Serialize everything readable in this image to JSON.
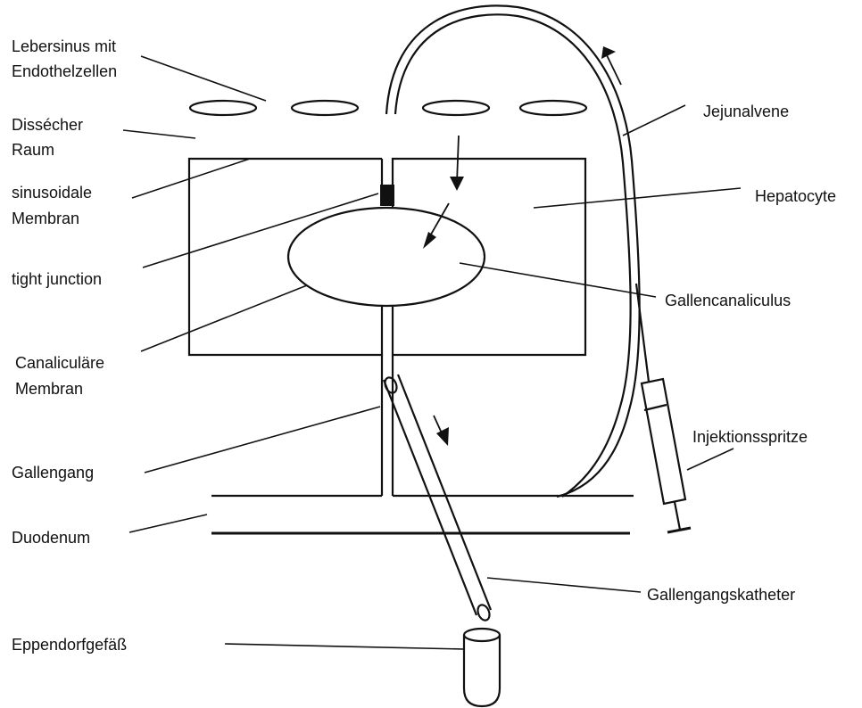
{
  "labels": {
    "sinus_line1": "Lebersinus mit",
    "sinus_line2": "Endothelzellen",
    "disse_line1": "Dissécher",
    "disse_line2": "Raum",
    "sinusoidal_line1": "sinusoidale",
    "sinusoidal_line2": "Membran",
    "tight_junction": "tight junction",
    "canalicular_line1": "Canaliculäre",
    "canalicular_line2": "Membran",
    "gallengang": "Gallengang",
    "duodenum": "Duodenum",
    "eppendorf": "Eppendorfgefäß",
    "jejunalvene": "Jejunalvene",
    "hepatocyte": "Hepatocyte",
    "gallencanaliculus": "Gallencanaliculus",
    "injektionsspritze": "Injektionsspritze",
    "gallengangskatheter": "Gallengangskatheter"
  },
  "colors": {
    "stroke": "#111111",
    "junction": "#111111",
    "background": "#ffffff"
  }
}
